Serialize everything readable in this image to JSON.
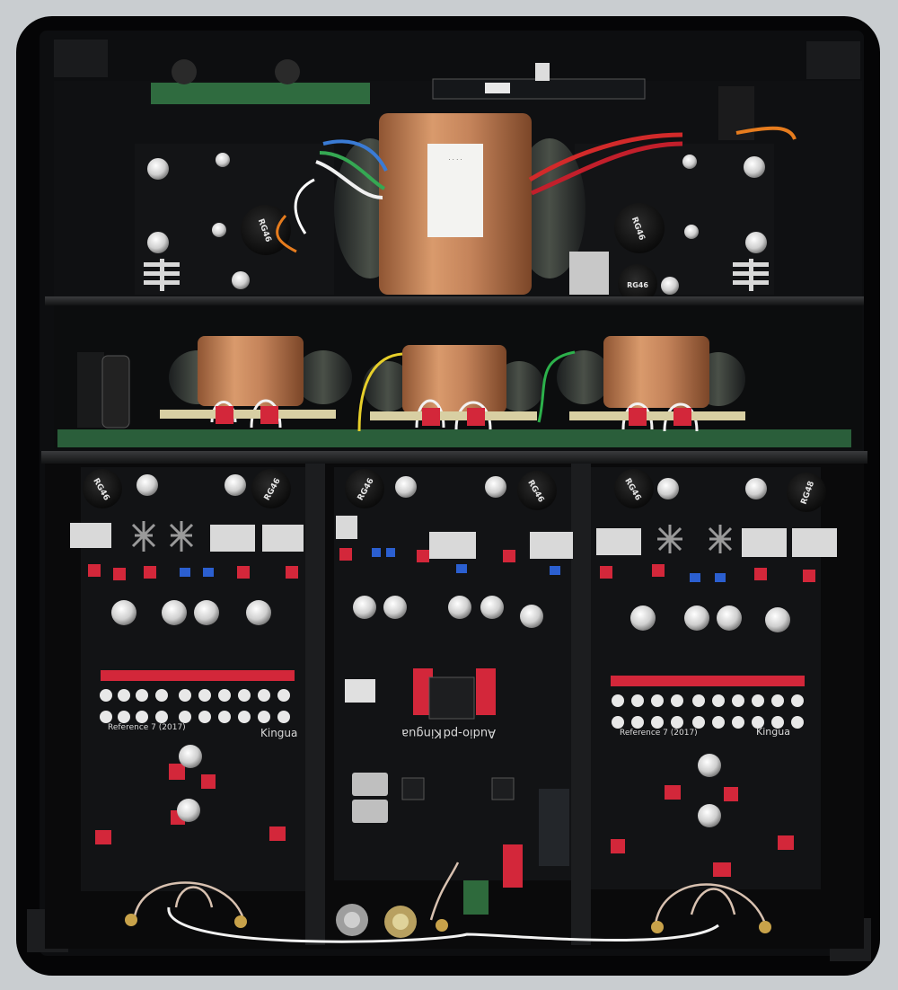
{
  "photo": {
    "subject": "amplifier-chassis-top-view",
    "colors": {
      "chassis": "#0b0b0c",
      "pcb": "#101113",
      "copper": "#c9875a",
      "relay_red": "#d3273a",
      "trim_blue": "#2b5fd0",
      "green_board": "#2f6b3f"
    }
  },
  "labels": {
    "toroid": "RG46",
    "toroid_alt": "RG48",
    "brand_left": "Kingua",
    "brand_right": "Kingua",
    "brand_center": "Kingua",
    "center_board": "Audio-pd",
    "reference_left": "Reference 7 (2017)",
    "reference_right": "Reference 7 (2017)",
    "main_transformer_sticker": "· · · ·"
  }
}
